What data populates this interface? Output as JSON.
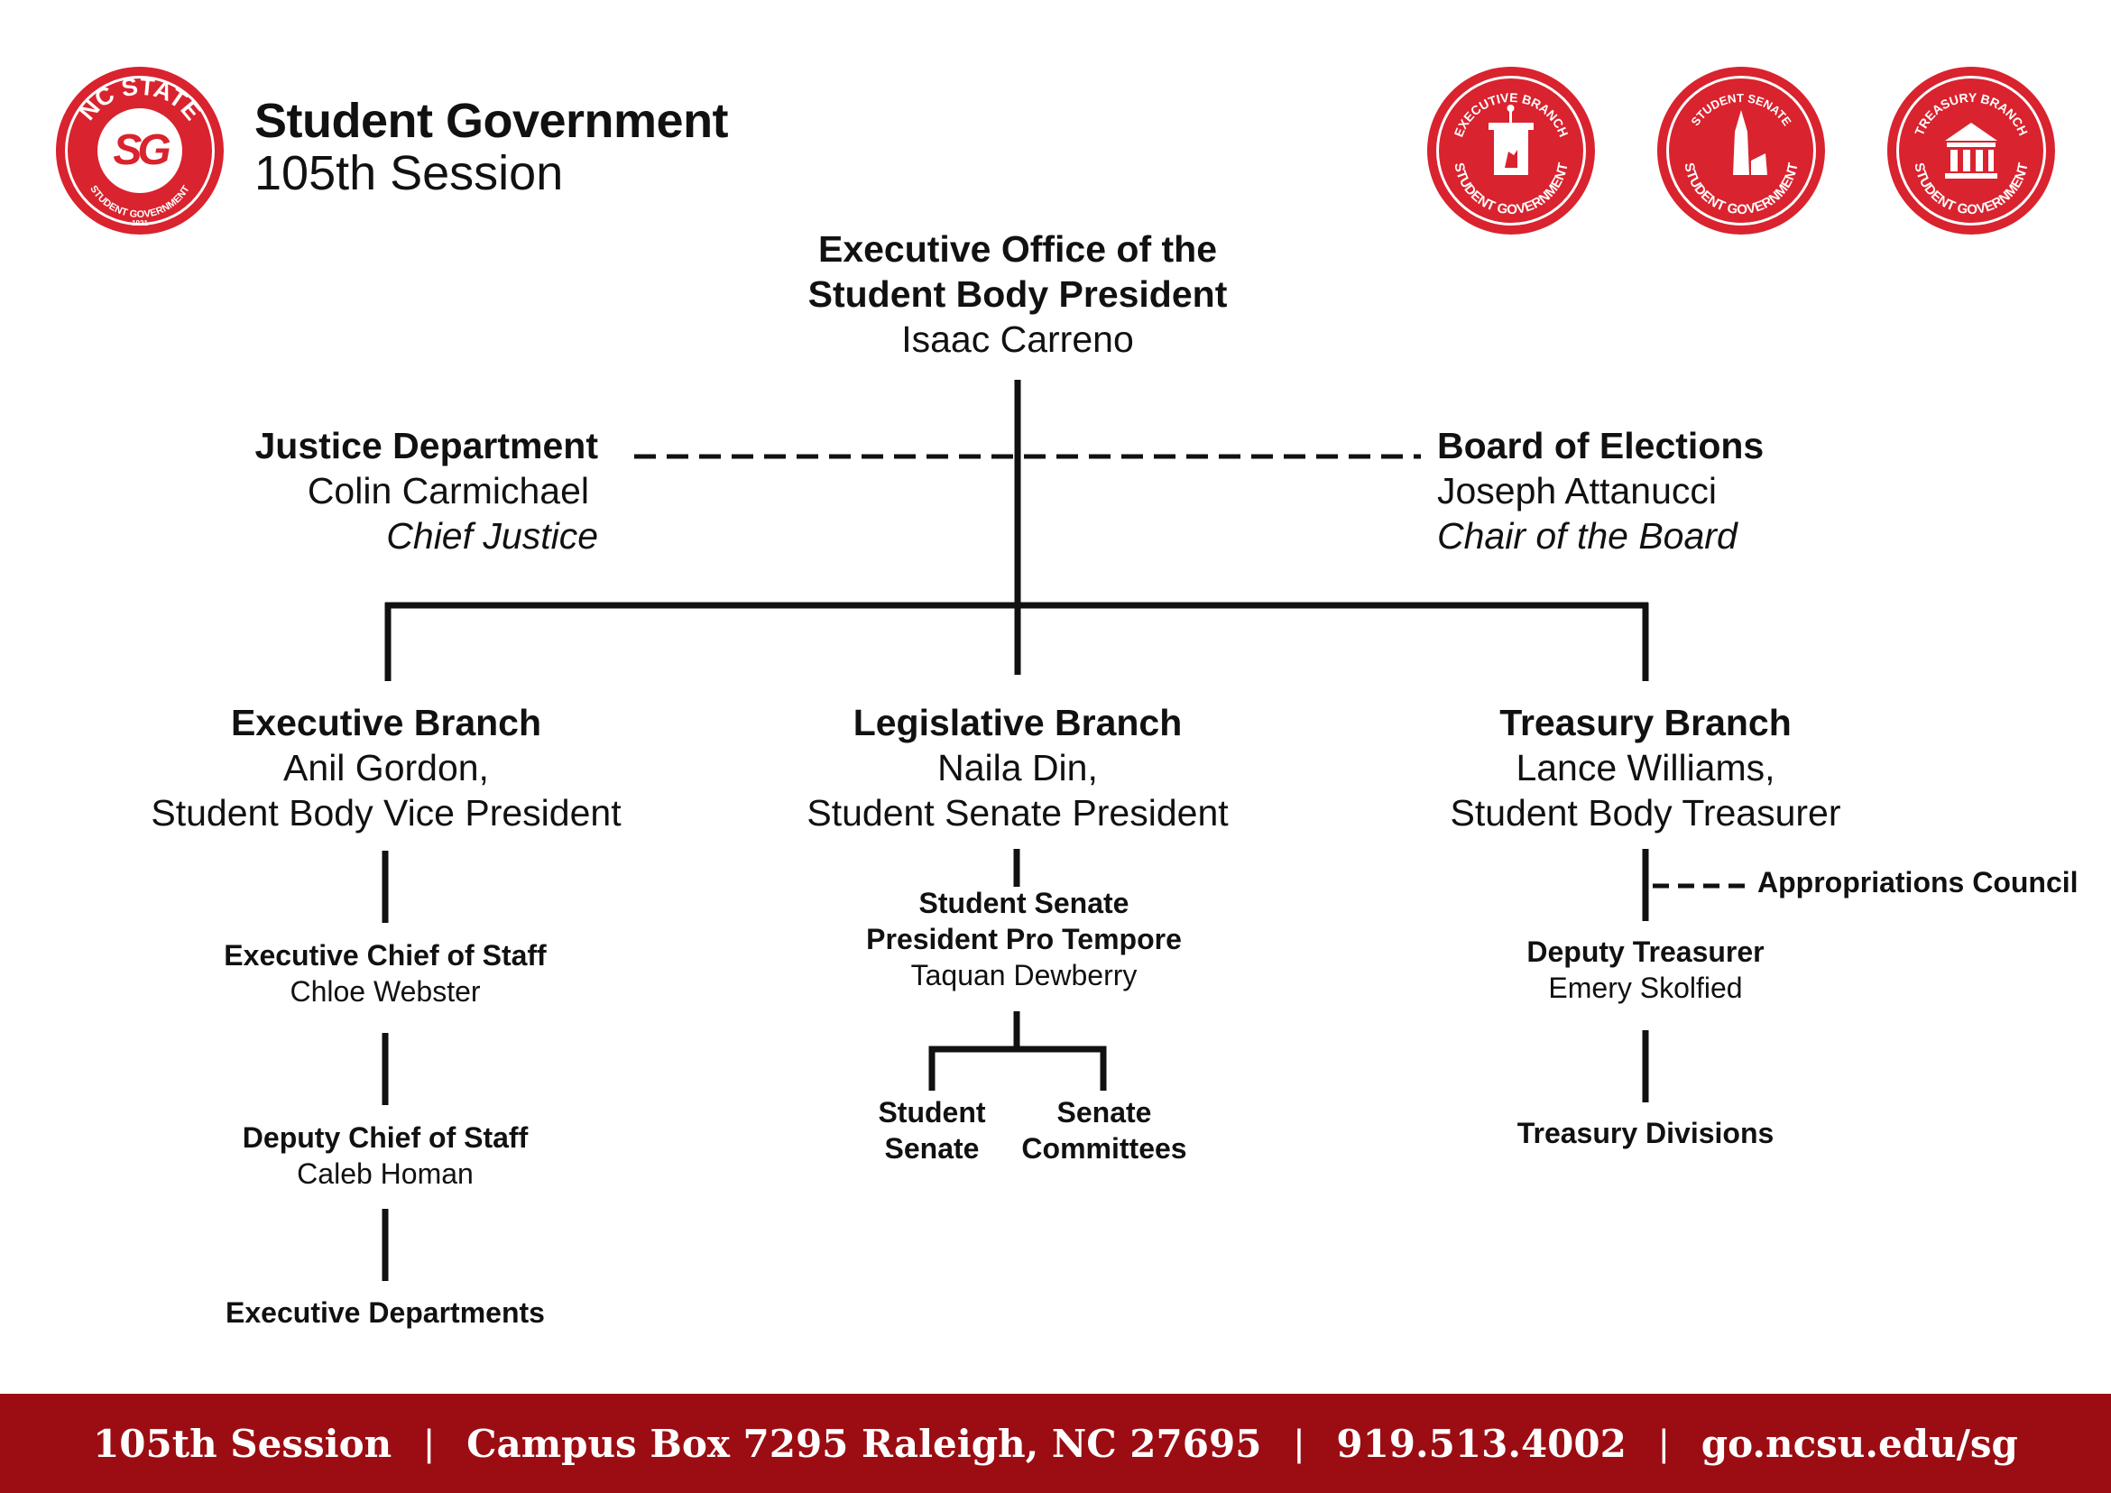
{
  "logo": {
    "arc_top": "NC STATE",
    "monogram": "SG",
    "arc_bottom": "STUDENT GOVERNMENT",
    "year": "1921"
  },
  "header": {
    "title": "Student Government",
    "session": "105th Session"
  },
  "branch_seals": [
    {
      "arc_top": "EXECUTIVE BRANCH",
      "arc_bottom": "STUDENT GOVERNMENT"
    },
    {
      "arc_top": "STUDENT SENATE",
      "arc_bottom": "STUDENT GOVERNMENT"
    },
    {
      "arc_top": "TREASURY BRANCH",
      "arc_bottom": "STUDENT GOVERNMENT"
    }
  ],
  "president": {
    "title_line1": "Executive Office of the",
    "title_line2": "Student Body President",
    "name": "Isaac Carreno"
  },
  "justice": {
    "title": "Justice Department",
    "name": "Colin Carmichael",
    "role": "Chief Justice"
  },
  "elections": {
    "title": "Board of Elections",
    "name": "Joseph Attanucci",
    "role": "Chair of the Board"
  },
  "executive_branch": {
    "title": "Executive Branch",
    "name": "Anil Gordon,",
    "role": "Student Body Vice President",
    "chief_of_staff": {
      "title": "Executive Chief of Staff",
      "name": "Chloe Webster"
    },
    "deputy_chief": {
      "title": "Deputy Chief of Staff",
      "name": "Caleb Homan"
    },
    "departments": "Executive Departments"
  },
  "legislative_branch": {
    "title": "Legislative Branch",
    "name": "Naila Din,",
    "role": "Student Senate President",
    "pro_tempore": {
      "title_line1": "Student Senate",
      "title_line2": "President Pro Tempore",
      "name": "Taquan Dewberry"
    },
    "senate": {
      "line1": "Student",
      "line2": "Senate"
    },
    "committees": {
      "line1": "Senate",
      "line2": "Committees"
    }
  },
  "treasury_branch": {
    "title": "Treasury Branch",
    "name": "Lance Williams,",
    "role": "Student Body Treasurer",
    "appropriations": "Appropriations Council",
    "deputy": {
      "title": "Deputy Treasurer",
      "name": "Emery Skolfied"
    },
    "divisions": "Treasury Divisions"
  },
  "footer": {
    "session": "105th Session",
    "address": "Campus Box 7295 Raleigh, NC 27695",
    "phone": "919.513.4002",
    "url": "go.ncsu.edu/sg",
    "separator": "|"
  },
  "colors": {
    "brand_red": "#d9232e",
    "footer_red": "#9b0d13",
    "line": "#111111"
  }
}
